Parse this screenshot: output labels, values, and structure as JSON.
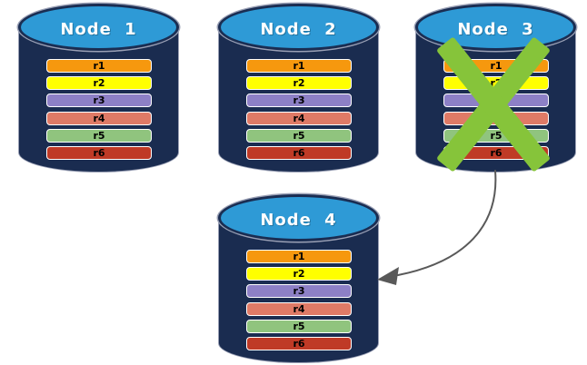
{
  "colors": {
    "cylinder_body": "#1A2C50",
    "cylinder_top": "#2E9AD6",
    "cylinder_top_border": "#1A2D52",
    "cylinder_outline": "#9AA0B5",
    "record_border": "#FFFFFF",
    "record_text": "#000000",
    "node_label_text": "#FFFFFF",
    "failure_x": "#86C43A",
    "arrow": "#595959"
  },
  "nodes": [
    {
      "label": "Node 1",
      "failed": false,
      "records": [
        {
          "label": "r1",
          "color": "#F6980E"
        },
        {
          "label": "r2",
          "color": "#FFFF00"
        },
        {
          "label": "r3",
          "color": "#8D80C6"
        },
        {
          "label": "r4",
          "color": "#DF7A66"
        },
        {
          "label": "r5",
          "color": "#90C47E"
        },
        {
          "label": "r6",
          "color": "#BF3A26"
        }
      ]
    },
    {
      "label": "Node 2",
      "failed": false,
      "records": [
        {
          "label": "r1",
          "color": "#F6980E"
        },
        {
          "label": "r2",
          "color": "#FFFF00"
        },
        {
          "label": "r3",
          "color": "#8D80C6"
        },
        {
          "label": "r4",
          "color": "#DF7A66"
        },
        {
          "label": "r5",
          "color": "#90C47E"
        },
        {
          "label": "r6",
          "color": "#BF3A26"
        }
      ]
    },
    {
      "label": "Node 3",
      "failed": true,
      "records": [
        {
          "label": "r1",
          "color": "#F6980E"
        },
        {
          "label": "r2",
          "color": "#FFFF00"
        },
        {
          "label": "r3",
          "color": "#8D80C6"
        },
        {
          "label": "r4",
          "color": "#DF7A66"
        },
        {
          "label": "r5",
          "color": "#90C47E"
        },
        {
          "label": "r6",
          "color": "#BF3A26"
        }
      ]
    },
    {
      "label": "Node 4",
      "failed": false,
      "records": [
        {
          "label": "r1",
          "color": "#F6980E"
        },
        {
          "label": "r2",
          "color": "#FFFF00"
        },
        {
          "label": "r3",
          "color": "#8D80C6"
        },
        {
          "label": "r4",
          "color": "#DF7A66"
        },
        {
          "label": "r5",
          "color": "#90C47E"
        },
        {
          "label": "r6",
          "color": "#BF3A26"
        }
      ]
    }
  ],
  "arrow": {
    "from": "Node 3",
    "to": "Node 4"
  }
}
